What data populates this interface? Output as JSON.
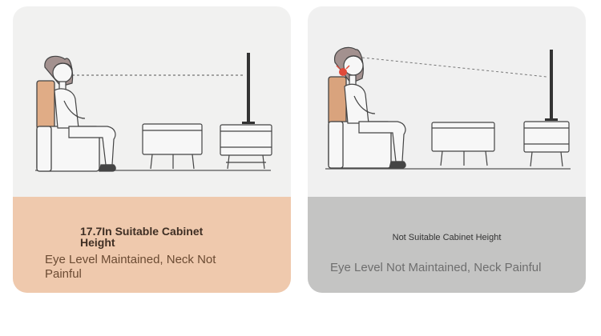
{
  "panels": [
    {
      "id": "suitable",
      "title": "17.7In Suitable Cabinet Height",
      "description": "Eye Level Maintained, Neck Not Painful",
      "caption_color": "#efc9ad",
      "chair_color": "#e0ac86"
    },
    {
      "id": "not-suitable",
      "title": "Not Suitable Cabinet Height",
      "description": "Eye Level Not Maintained, Neck Painful",
      "caption_color": "#c4c4c3",
      "chair_color": "#d9a37d",
      "pain_color": "#e04a3a"
    }
  ],
  "icons": [
    "woman-icon",
    "armchair-icon",
    "coffee-table-icon",
    "tv-cabinet-icon",
    "tv-icon",
    "eye-line",
    "neck-pain-icon"
  ]
}
